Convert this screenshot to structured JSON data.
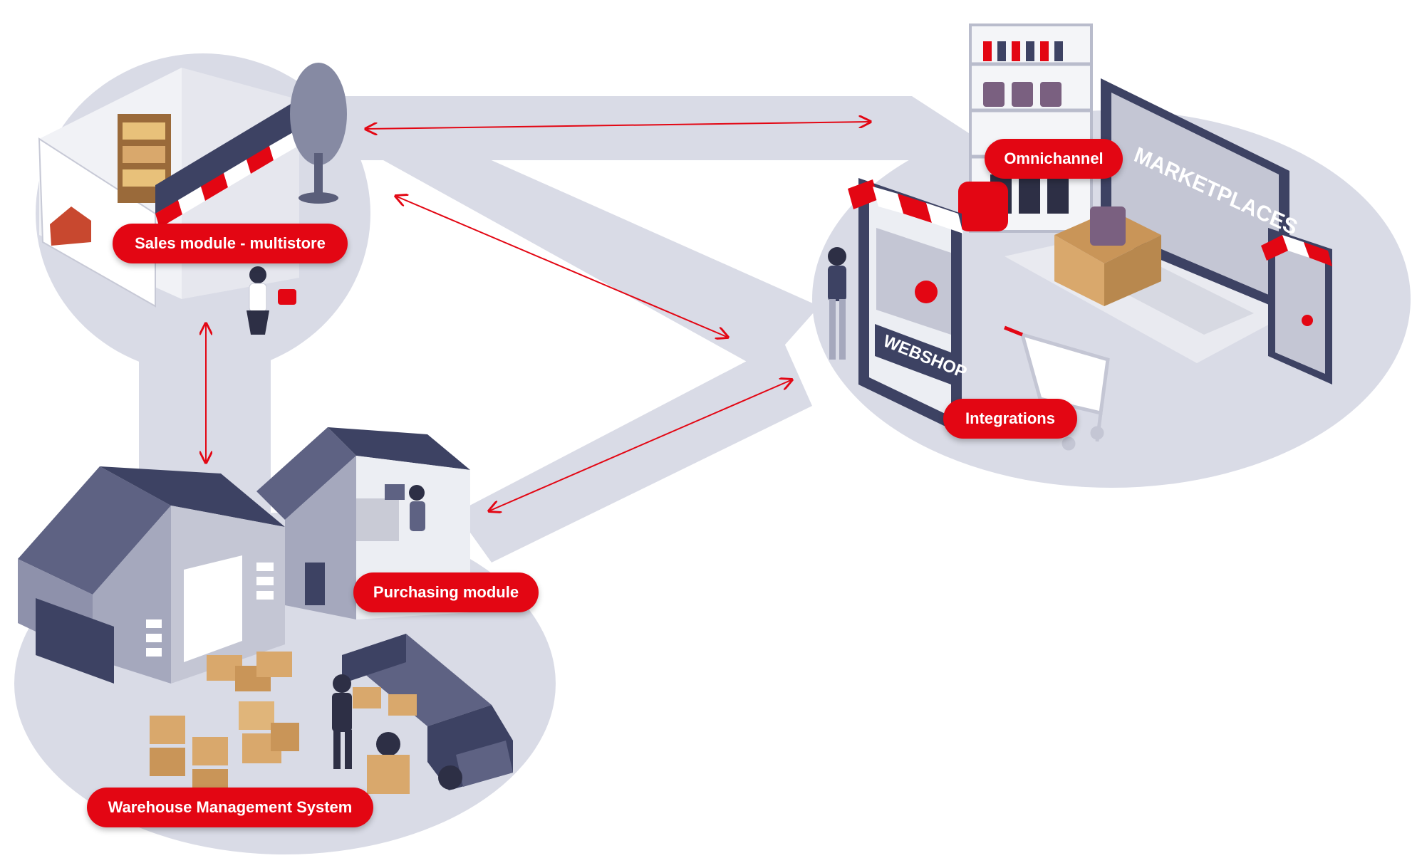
{
  "labels": {
    "sales": "Sales module - multistore",
    "purchasing": "Purchasing module",
    "wms": "Warehouse Management System",
    "omnichannel": "Omnichannel",
    "integrations": "Integrations"
  },
  "signs": {
    "marketplaces": "MARKETPLACES",
    "webshop": "WEBSHOP"
  },
  "colors": {
    "accent_red": "#e30613",
    "ground_gray": "#d9dbe6",
    "building_navy": "#3d4263",
    "building_wall": "#a5a8bd",
    "box_tan": "#d9a86c"
  }
}
